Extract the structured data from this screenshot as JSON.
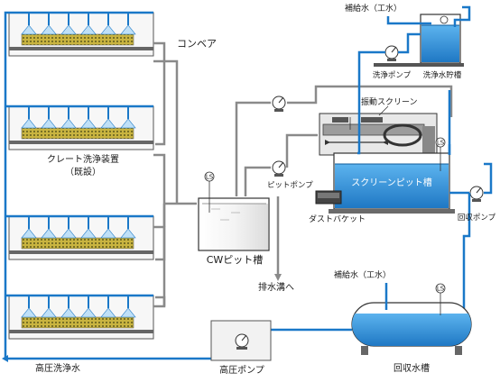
{
  "labels": {
    "conveyor": "コンベア",
    "crate_washer_line1": "クレート洗浄装置",
    "crate_washer_line2": "（既設）",
    "cw_pit_tank": "CWピット槽",
    "to_drain": "排水溝へ",
    "pit_pump": "ピットポンプ",
    "dust_bucket": "ダストバケット",
    "vibrating_screen": "振動スクリーン",
    "screen_pit_tank": "スクリーンピット槽",
    "recovery_pump": "回収ポンプ",
    "washing_pump": "洗浄ポンプ",
    "wash_water_tank": "洗浄水貯槽",
    "makeup_water_top": "補給水（工水）",
    "makeup_water_bottom": "補給水（工水）",
    "recovery_tank": "回収水槽",
    "high_pressure_pump": "高圧ポンプ",
    "high_pressure_water": "高圧洗浄水",
    "level_switch": "LS"
  },
  "colors": {
    "water_pipe": "#1a78c8",
    "drain_pipe": "#8a8a8a",
    "water_fill": "#2f8fd8",
    "water_fill_light": "#bfe0f7",
    "crate_fill": "#b8a53a",
    "machine_gray": "#7f7f7f",
    "outline": "#333333"
  }
}
